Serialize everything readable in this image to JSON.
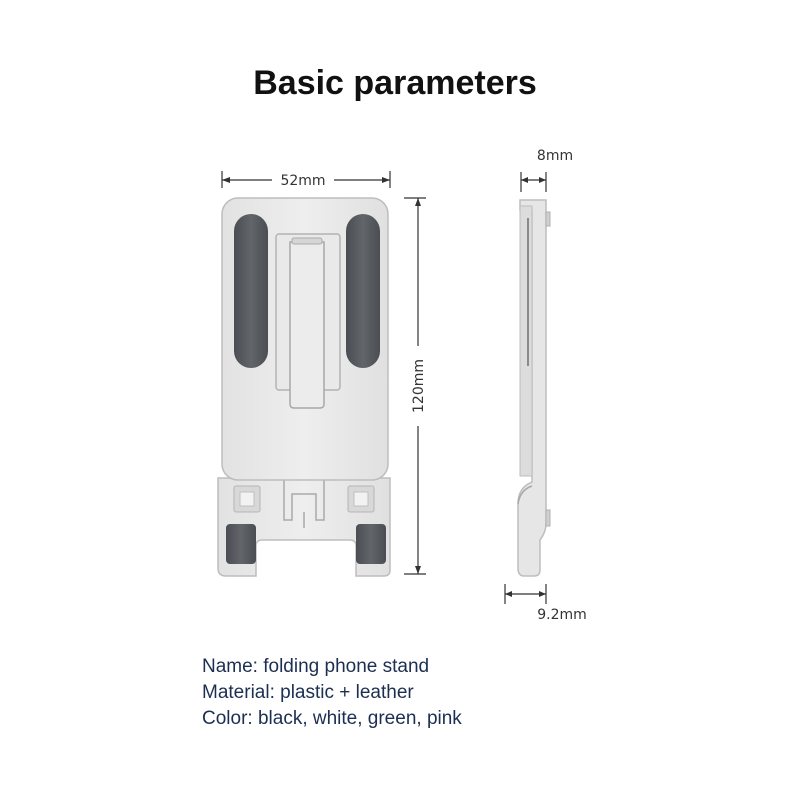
{
  "title": "Basic parameters",
  "dimensions": {
    "width": "52mm",
    "height": "120mm",
    "thickness": "8mm",
    "base_depth": "9.2mm"
  },
  "specs": [
    "Name: folding phone stand",
    "Material: plastic + leather",
    "Color: black, white, green, pink"
  ],
  "colors": {
    "body": "#e7e7e7",
    "outline": "#bdbdbd",
    "pad": "#55585d",
    "text": "#1c2f52"
  }
}
